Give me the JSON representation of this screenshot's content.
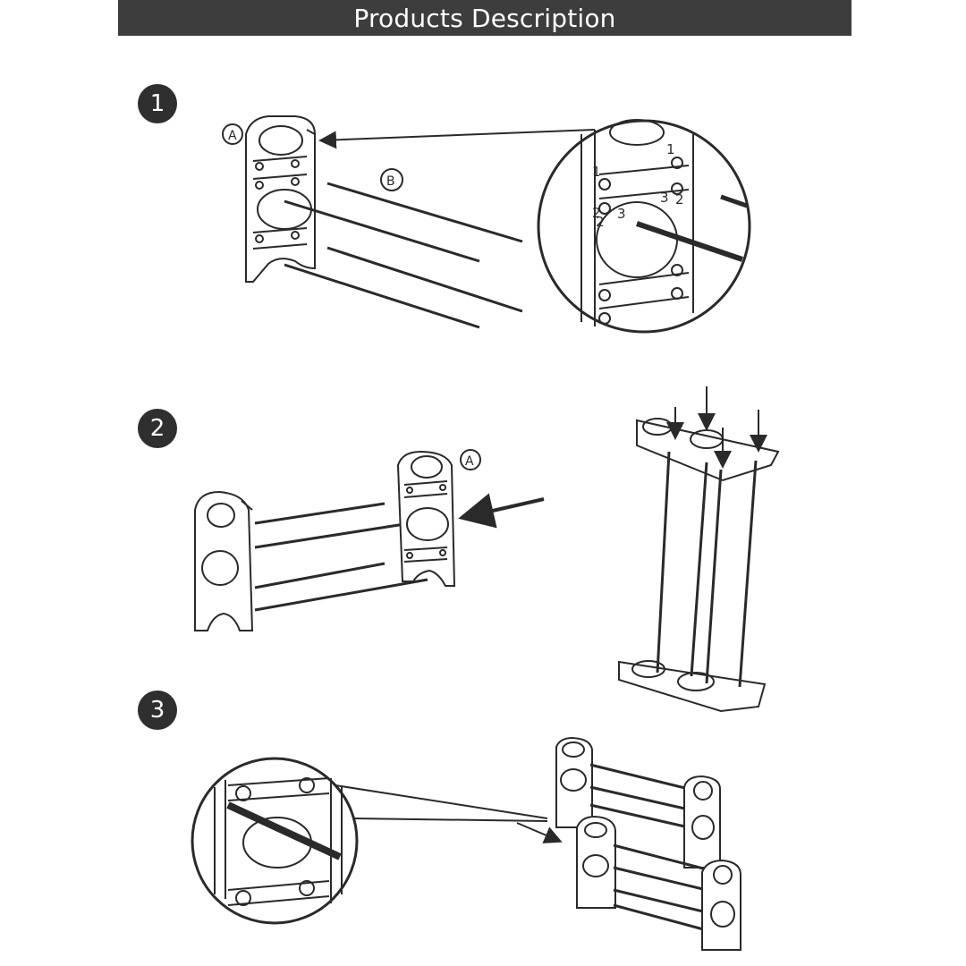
{
  "header": {
    "title": "Products Description"
  },
  "steps": [
    {
      "number": "1"
    },
    {
      "number": "2"
    },
    {
      "number": "3"
    }
  ],
  "callouts": {
    "part_a": "A",
    "part_b": "B",
    "part_a_step2": "A"
  },
  "hole_labels": [
    "1",
    "1",
    "2",
    "2",
    "3",
    "3",
    "2"
  ],
  "colors": {
    "header_bg": "#3d3d3d",
    "line": "#2a2a2a",
    "badge": "#2f2f2f"
  }
}
